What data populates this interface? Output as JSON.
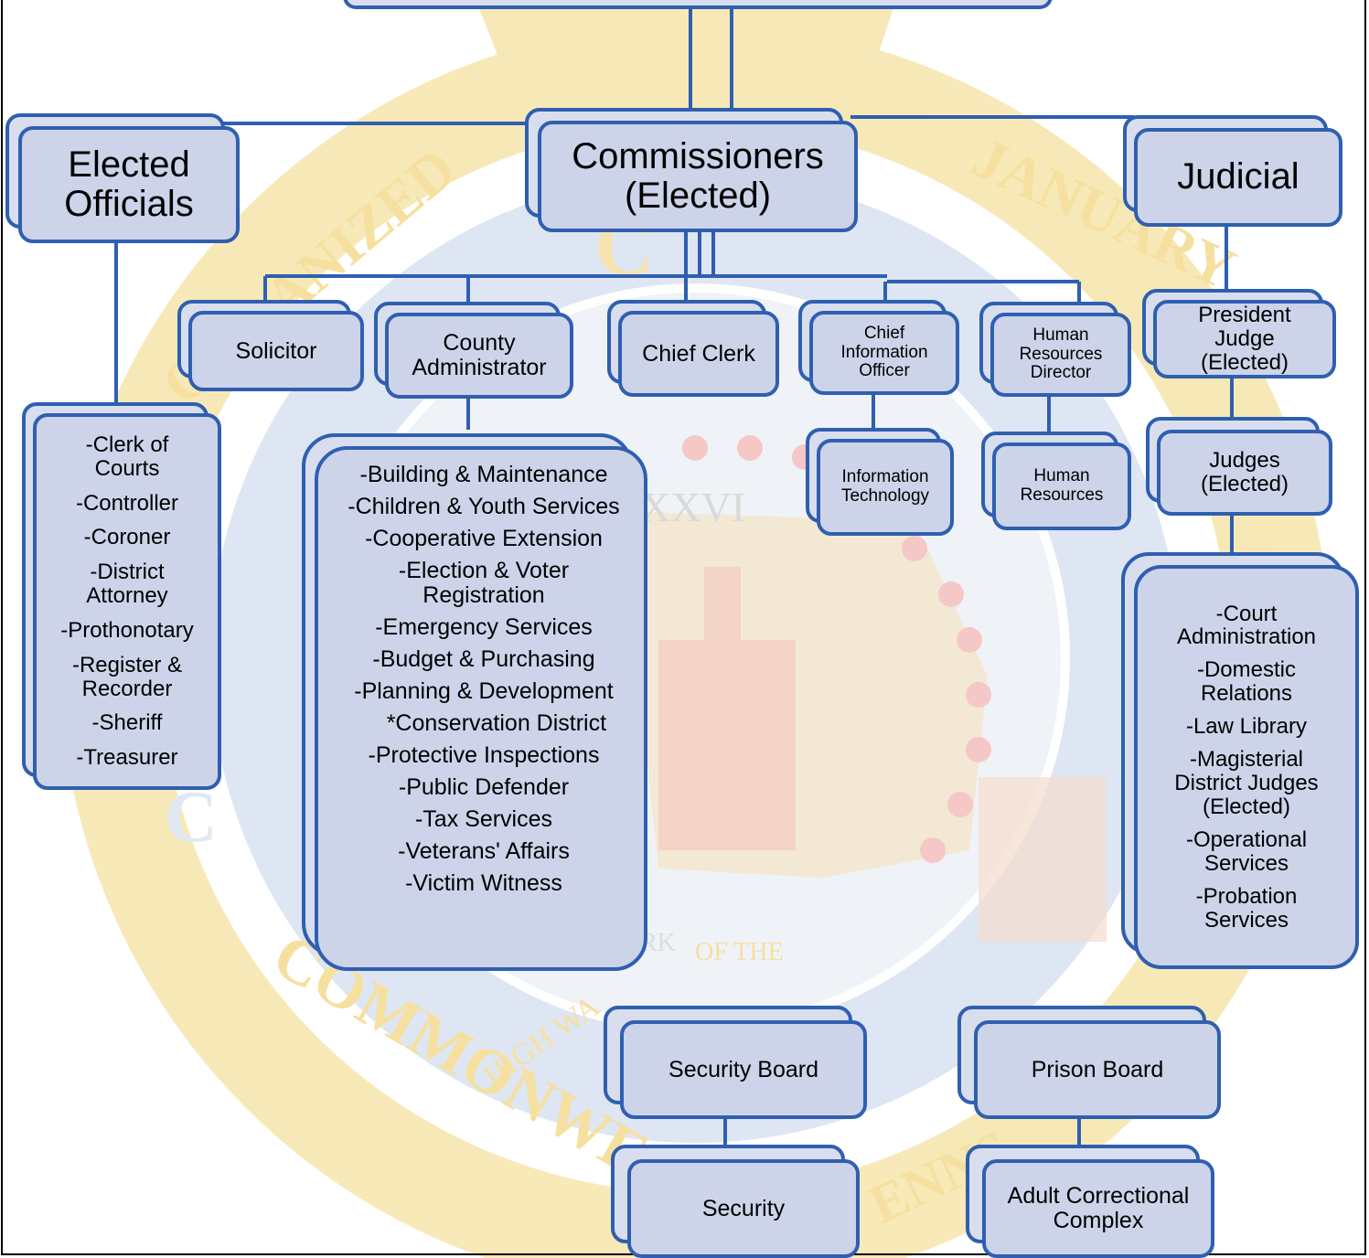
{
  "colors": {
    "box_border": "#2f5fb0",
    "box_fill": "#cdd4ea",
    "connector": "#2f5fb0",
    "seal_gold": "#f5dc8c",
    "seal_blue": "#d8e2f0",
    "seal_red": "#f4b8b8"
  },
  "top_box": {
    "label": ""
  },
  "elected_officials": {
    "title": "Elected\nOfficials",
    "items": [
      "-Clerk of\nCourts",
      "-Controller",
      "-Coroner",
      "-District\nAttorney",
      "-Prothonotary",
      "-Register &\nRecorder",
      "-Sheriff",
      "-Treasurer"
    ]
  },
  "commissioners": {
    "title": "Commissioners\n(Elected)"
  },
  "judicial": {
    "title": "Judicial",
    "president_judge": "President\nJudge\n(Elected)",
    "judges": "Judges\n(Elected)",
    "items": [
      "-Court\nAdministration",
      "-Domestic\nRelations",
      "-Law Library",
      "-Magisterial\nDistrict Judges\n(Elected)",
      "-Operational\nServices",
      "-Probation\nServices"
    ]
  },
  "staff": {
    "solicitor": "Solicitor",
    "county_administrator": "County\nAdministrator",
    "chief_clerk": "Chief Clerk",
    "cio": "Chief\nInformation\nOfficer",
    "hr_director": "Human\nResources\nDirector"
  },
  "administrator_departments": [
    "-Building & Maintenance",
    "-Children & Youth Services",
    "-Cooperative Extension",
    "-Election & Voter\nRegistration",
    "-Emergency Services",
    "-Budget & Purchasing",
    "-Planning & Development",
    "    *Conservation District",
    "-Protective Inspections",
    "-Public Defender",
    "-Tax Services",
    "-Veterans' Affairs",
    "-Victim Witness"
  ],
  "it": "Information\nTechnology",
  "hr": "Human\nResources",
  "security_board": "Security Board",
  "security": "Security",
  "prison_board": "Prison Board",
  "adult_correctional": "Adult Correctional\nComplex",
  "seal_text": {
    "left_arc": "ORGANIZED",
    "right_arc": "JANUARY",
    "bottom_arc": "COMMONWEALTH",
    "bottom_right": "ENNS",
    "roman": "XXVI",
    "ribbon": "HIGH WA",
    "ribbon2": "OF THE",
    "ribbon3": "RK",
    "c_letter": "C"
  }
}
